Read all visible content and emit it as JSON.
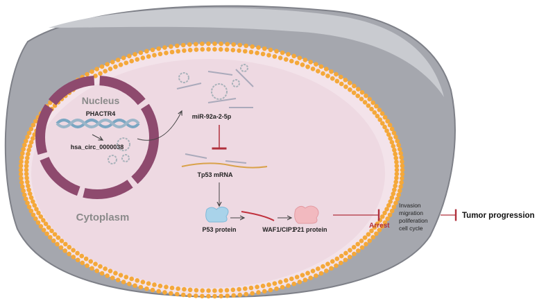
{
  "labels": {
    "nucleus": "Nucleus",
    "gene": "PHACTR4",
    "circrna": "hsa_circ_0000038",
    "cytoplasm": "Cytoplasm",
    "mirna": "miR-92a-2-5p",
    "mrna": "Tp53 mRNA",
    "p53": "P53 protein",
    "waf1": "WAF1/CIP1",
    "p21": "P21 protein",
    "arrest": "Arrest",
    "effects": [
      "Invasion",
      "migration",
      "poliferation",
      "cell cycle"
    ],
    "outcome": "Tumor progression"
  },
  "colors": {
    "cell_outer": "#9a9ca3",
    "cytoplasm": "#f3e3ea",
    "membrane_dots": "#f4a83a",
    "nuclear_envelope": "#8e4a6e",
    "inhibition": "#b0303c",
    "p53_protein": "#a9d3ea",
    "p21_protein": "#f2b9bf"
  }
}
